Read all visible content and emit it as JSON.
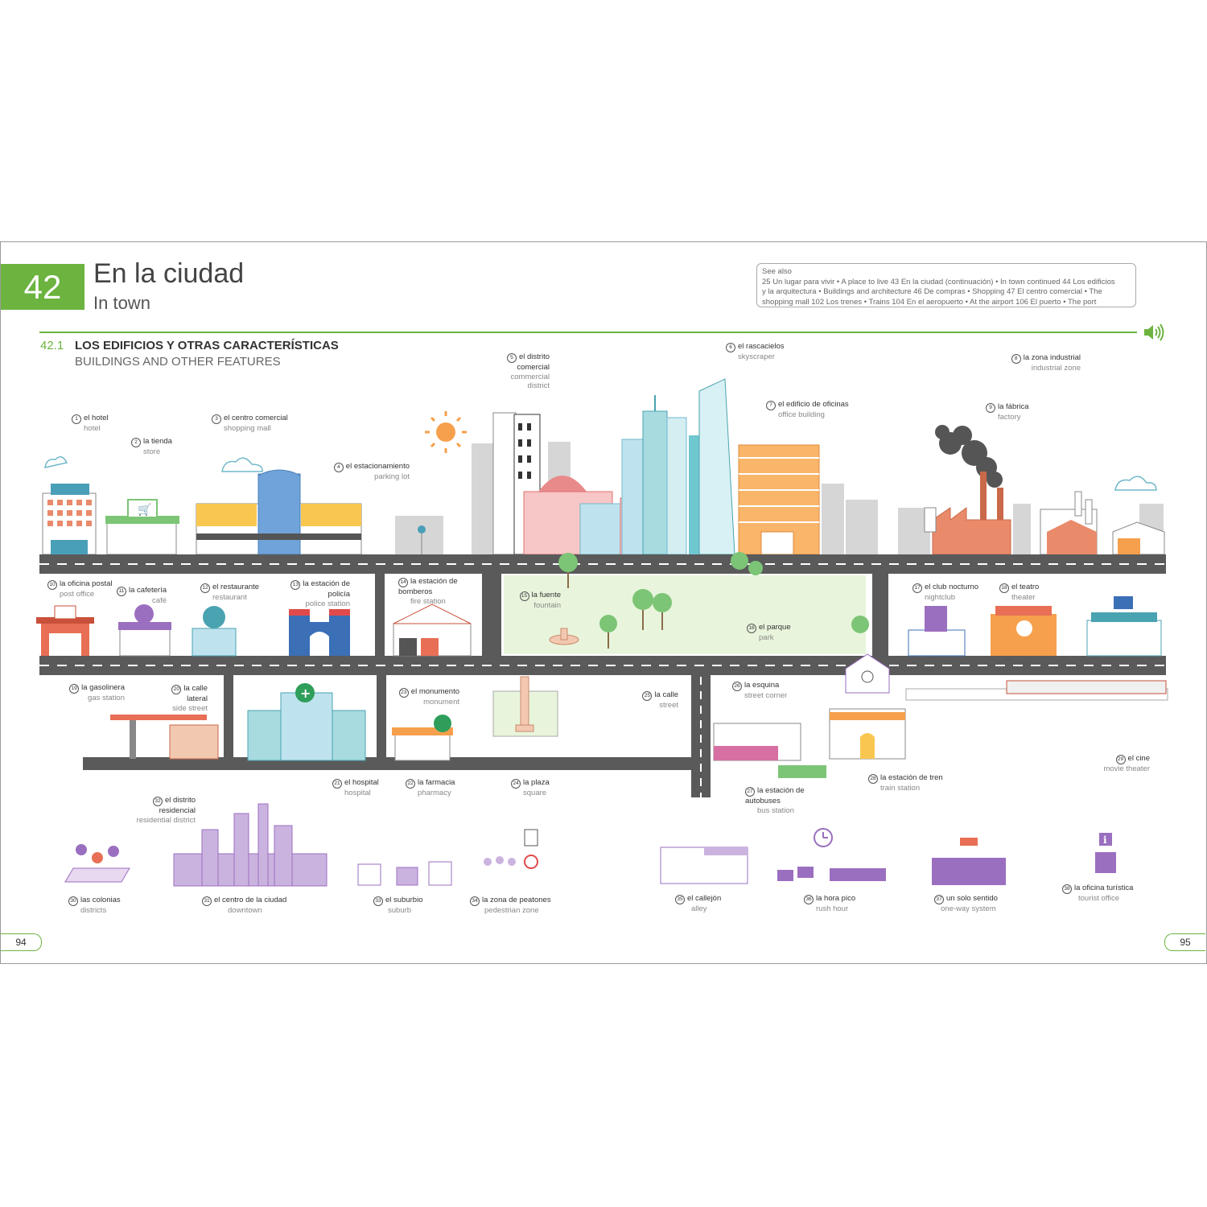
{
  "chapter": {
    "number": "42",
    "title_es": "En la ciudad",
    "title_en": "In town"
  },
  "see_also": {
    "heading": "See also",
    "line1": "25 Un lugar para vivir • A place to live  43 En la ciudad (continuación) • In town continued  44 Los edificios",
    "line2": "y la arquitectura • Buildings and architecture  46 De compras • Shopping  47 El centro comercial • The",
    "line3": "shopping mall  102 Los trenes • Trains  104 En el aeropuerto • At the airport  106 El puerto • The port"
  },
  "section": {
    "number": "42.1",
    "title_es": "LOS EDIFICIOS Y OTRAS CARACTERÍSTICAS",
    "title_en": "BUILDINGS AND OTHER FEATURES"
  },
  "labels": [
    {
      "n": "1",
      "es": "el hotel",
      "en": "hotel"
    },
    {
      "n": "2",
      "es": "la tienda",
      "en": "store"
    },
    {
      "n": "3",
      "es": "el centro comercial",
      "en": "shopping mall"
    },
    {
      "n": "4",
      "es": "el estacionamiento",
      "en": "parking lot"
    },
    {
      "n": "5",
      "es": "el distrito comercial",
      "en": "commercial district"
    },
    {
      "n": "6",
      "es": "el rascacielos",
      "en": "skyscraper"
    },
    {
      "n": "7",
      "es": "el edificio de oficinas",
      "en": "office building"
    },
    {
      "n": "8",
      "es": "la zona industrial",
      "en": "industrial zone"
    },
    {
      "n": "9",
      "es": "la fábrica",
      "en": "factory"
    },
    {
      "n": "10",
      "es": "la oficina postal",
      "en": "post office"
    },
    {
      "n": "11",
      "es": "la cafetería",
      "en": "café"
    },
    {
      "n": "12",
      "es": "el restaurante",
      "en": "restaurant"
    },
    {
      "n": "13",
      "es": "la estación de policía",
      "en": "police station"
    },
    {
      "n": "14",
      "es": "la estación de bomberos",
      "en": "fire station"
    },
    {
      "n": "15",
      "es": "la fuente",
      "en": "fountain"
    },
    {
      "n": "16",
      "es": "el parque",
      "en": "park"
    },
    {
      "n": "17",
      "es": "el club nocturno",
      "en": "nightclub"
    },
    {
      "n": "18",
      "es": "el teatro",
      "en": "theater"
    },
    {
      "n": "19",
      "es": "la gasolinera",
      "en": "gas station"
    },
    {
      "n": "20",
      "es": "la calle lateral",
      "en": "side street"
    },
    {
      "n": "21",
      "es": "el hospital",
      "en": "hospital"
    },
    {
      "n": "22",
      "es": "la farmacia",
      "en": "pharmacy"
    },
    {
      "n": "23",
      "es": "el monumento",
      "en": "monument"
    },
    {
      "n": "24",
      "es": "la plaza",
      "en": "square"
    },
    {
      "n": "25",
      "es": "la calle",
      "en": "street"
    },
    {
      "n": "26",
      "es": "la esquina",
      "en": "street corner"
    },
    {
      "n": "27",
      "es": "la estación de autobuses",
      "en": "bus station"
    },
    {
      "n": "28",
      "es": "la estación de tren",
      "en": "train station"
    },
    {
      "n": "29",
      "es": "el cine",
      "en": "movie theater"
    },
    {
      "n": "30",
      "es": "las colonias",
      "en": "districts"
    },
    {
      "n": "31",
      "es": "el centro de la ciudad",
      "en": "downtown"
    },
    {
      "n": "32",
      "es": "el distrito residencial",
      "en": "residential district"
    },
    {
      "n": "33",
      "es": "el suburbio",
      "en": "suburb"
    },
    {
      "n": "34",
      "es": "la zona de peatones",
      "en": "pedestrian zone"
    },
    {
      "n": "35",
      "es": "el callejón",
      "en": "alley"
    },
    {
      "n": "36",
      "es": "la hora pico",
      "en": "rush hour"
    },
    {
      "n": "37",
      "es": "un solo sentido",
      "en": "one-way system"
    },
    {
      "n": "38",
      "es": "la oficina turística",
      "en": "tourist office"
    }
  ],
  "pages": {
    "left": "94",
    "right": "95"
  },
  "colors": {
    "accent": "#6cb33f",
    "road": "#5a5a5a",
    "orange": "#f6a04d",
    "purple": "#9b6fc0"
  }
}
